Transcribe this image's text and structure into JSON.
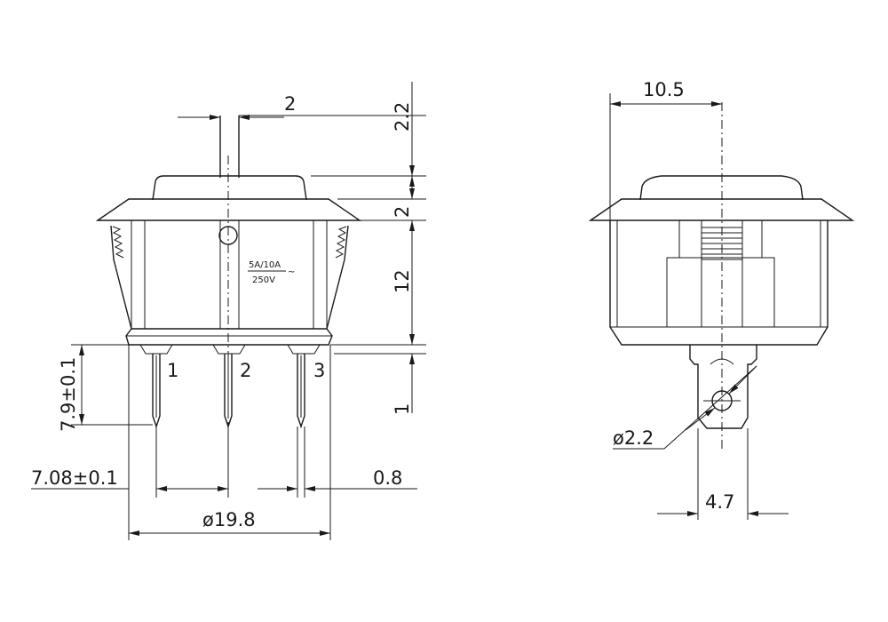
{
  "front_view": {
    "dims": {
      "stem_width": "2",
      "rocker_height": "2.2",
      "flange_thickness": "2",
      "body_height": "12",
      "gap": "1",
      "pin_length": "7.9±0.1",
      "pin_pitch": "7.08±0.1",
      "pin_thickness": "0.8",
      "mount_diameter": "ø19.8"
    },
    "pins": [
      "1",
      "2",
      "3"
    ],
    "rating": {
      "current": "5A/10A",
      "voltage": "250V",
      "ac_symbol": "~"
    }
  },
  "side_view": {
    "dims": {
      "offset": "10.5",
      "hole_diameter": "ø2.2",
      "terminal_width": "4.7"
    }
  }
}
